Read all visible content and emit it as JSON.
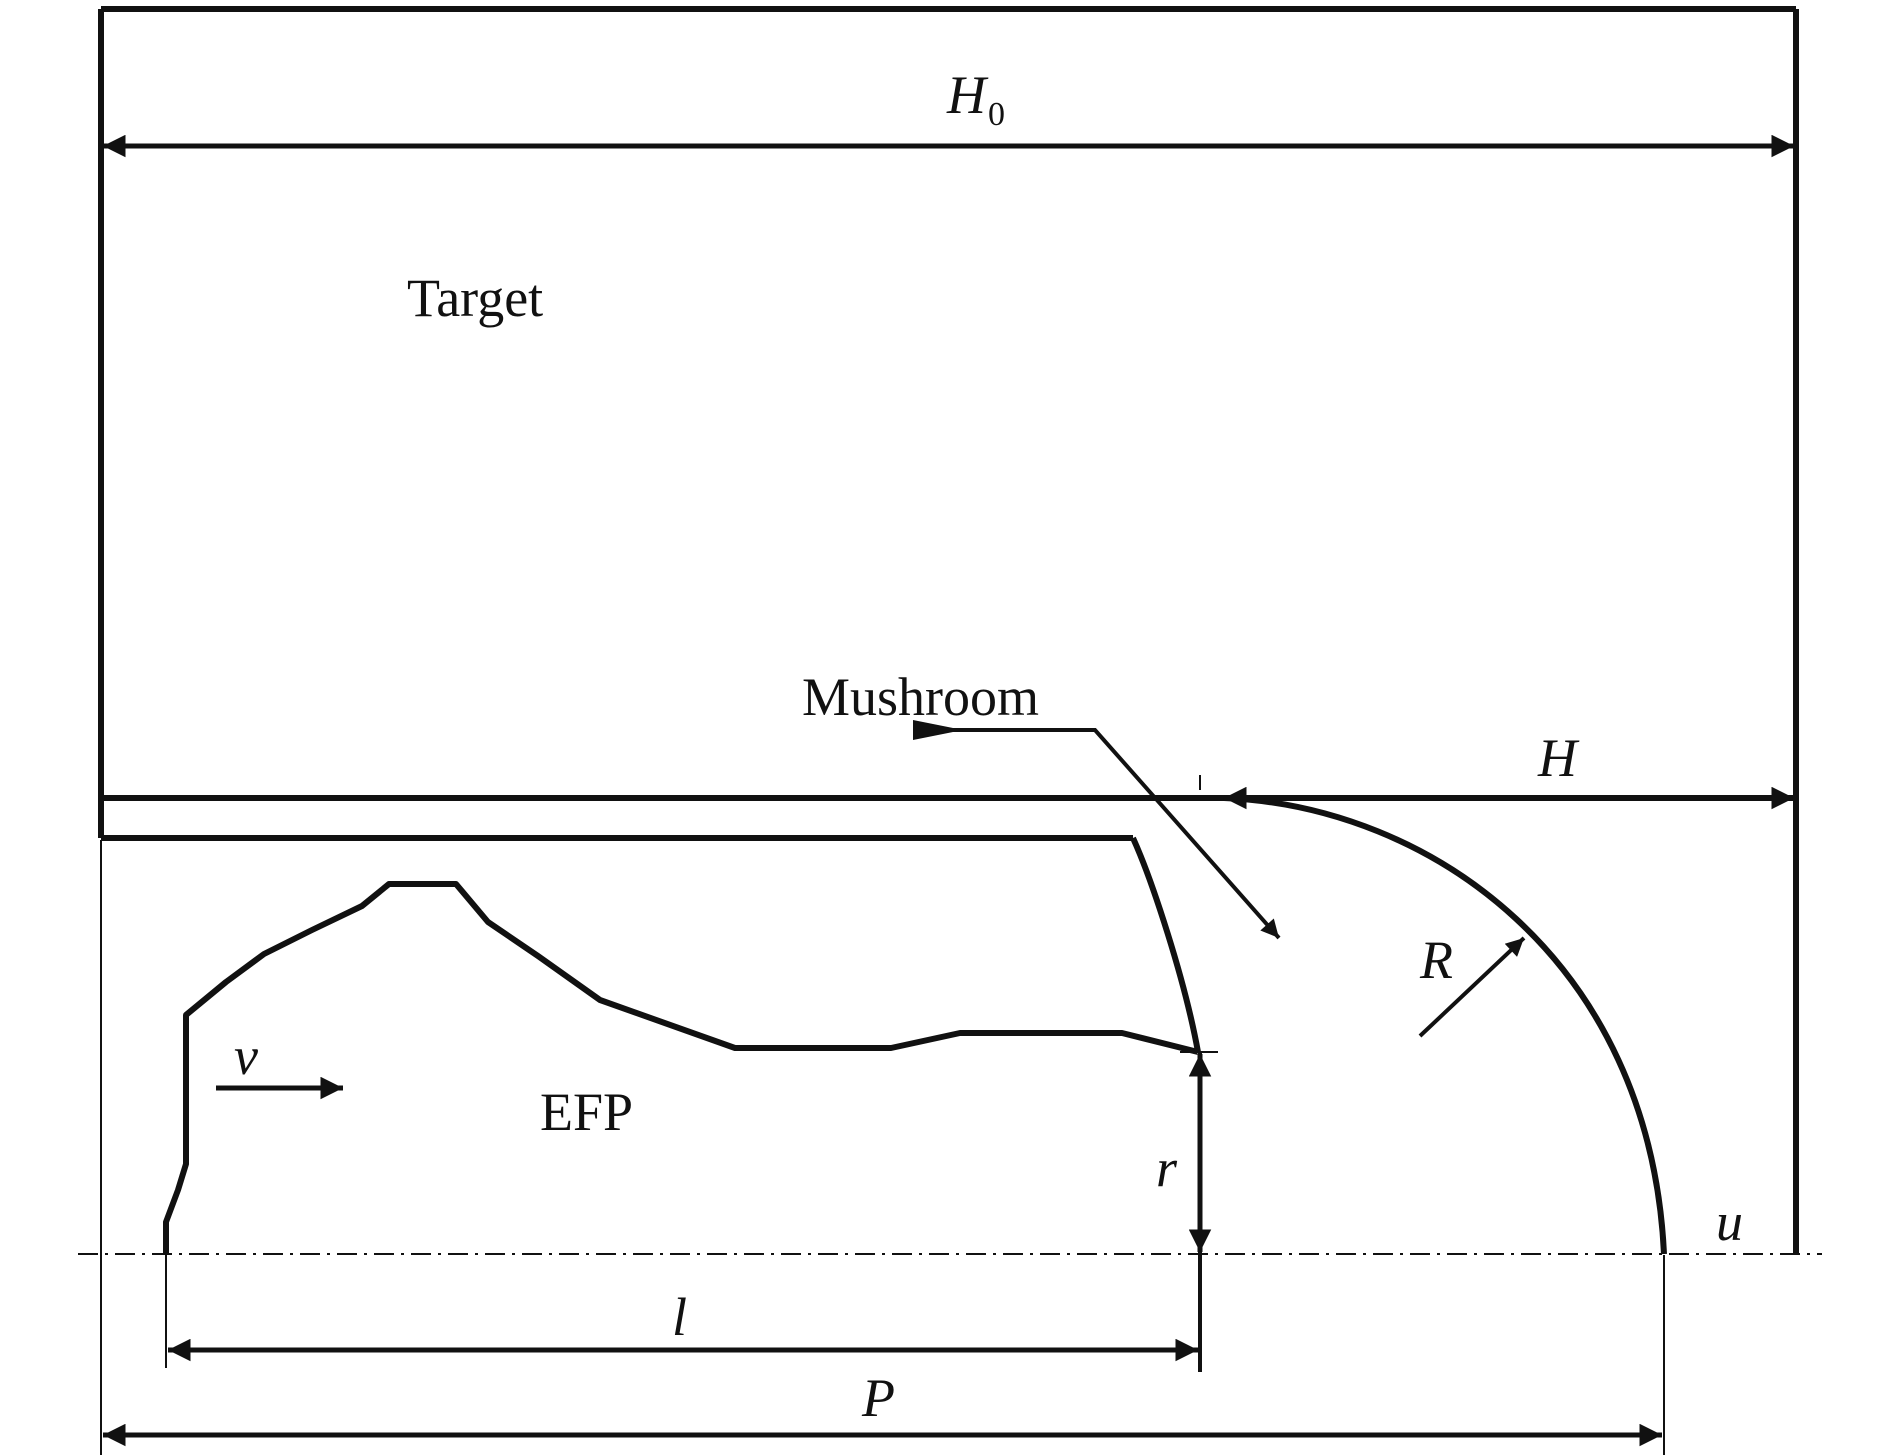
{
  "labels": {
    "target": "Target",
    "mushroom": "Mushroom",
    "efp": "EFP",
    "h0_symbol": "H",
    "h0_subscript": "0",
    "h": "H",
    "r_radius": "R",
    "r_small": "r",
    "v": "v",
    "u": "u",
    "l": "l",
    "p": "P"
  },
  "colors": {
    "line": "#111111",
    "background": "#ffffff"
  }
}
